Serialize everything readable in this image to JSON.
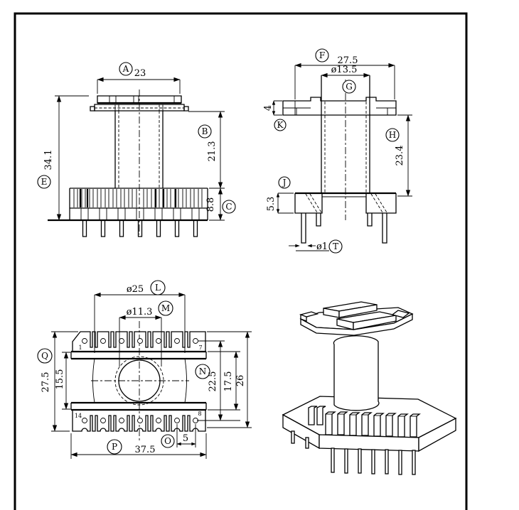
{
  "sheet": {
    "background": "#ffffff",
    "ink": "#000000",
    "type": "bobbin-technical-drawing"
  },
  "front": {
    "A": "A",
    "A_val": "23",
    "B": "B",
    "B_val": "21.3",
    "C": "C",
    "C_val": "8.8",
    "E": "E",
    "E_val": "34.1"
  },
  "side": {
    "F": "F",
    "F_val": "27.5",
    "G": "G",
    "G_val": "ø13.5",
    "K": "K",
    "K_val": "4",
    "H": "H",
    "H_val": "23.4",
    "J": "J",
    "J_val": "5.3",
    "T": "T",
    "T_val": "ø1"
  },
  "plan": {
    "L": "L",
    "L_val": "ø25",
    "M": "M",
    "M_val": "ø11.3",
    "Q": "Q",
    "Q_val": "27.5",
    "inner_val": "15.5",
    "N": "N",
    "N_val1": "22.5",
    "N_val2": "17.5",
    "N_val3": "26",
    "P": "P",
    "P_val": "37.5",
    "O": "O",
    "O_val": "5",
    "pin_first_top": "1",
    "pin_last_top": "7",
    "pin_first_bottom": "14",
    "pin_last_bottom": "8"
  }
}
